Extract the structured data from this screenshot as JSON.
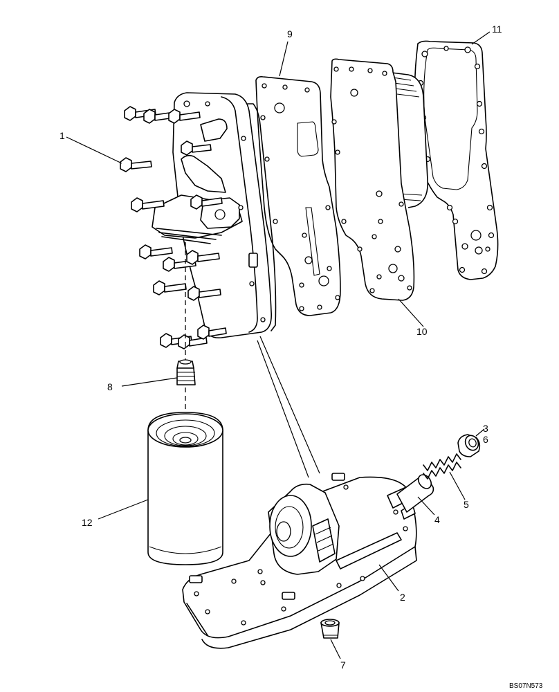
{
  "callouts": {
    "c1": "1",
    "c2": "2",
    "c3": "3",
    "c4": "4",
    "c5": "5",
    "c6": "6",
    "c7": "7",
    "c8": "8",
    "c9": "9",
    "c10": "10",
    "c11": "11",
    "c12": "12"
  },
  "drawing_ref": "BS07N573"
}
